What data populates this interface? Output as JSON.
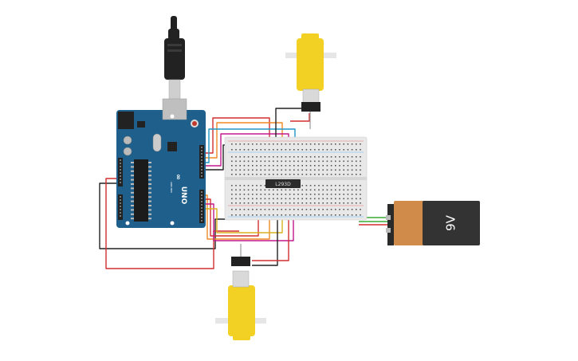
{
  "canvas": {
    "background": "#ffffff"
  },
  "arduino": {
    "board_label": "UNO",
    "brand": "ARDUINO",
    "board_color": "#1f5f8b",
    "logo_glyph": "∞"
  },
  "ic": {
    "part_label": "L293D",
    "color": "#2b2b2b"
  },
  "battery": {
    "voltage_label": "9V",
    "body_color": "#333333",
    "cap_color": "#d08a4a"
  },
  "motors": {
    "top": {
      "body_color": "#f2d024"
    },
    "bottom": {
      "body_color": "#f2d024"
    }
  },
  "breadboard": {
    "color": "#e8e8e8"
  },
  "usb_cable": {
    "color": "#222222"
  },
  "wire_colors": {
    "red": "#d32f2f",
    "black": "#222222",
    "orange": "#f08a24",
    "blue": "#2196c8",
    "magenta": "#c2188c",
    "green": "#3aaa35",
    "yellow": "#d8b020"
  }
}
